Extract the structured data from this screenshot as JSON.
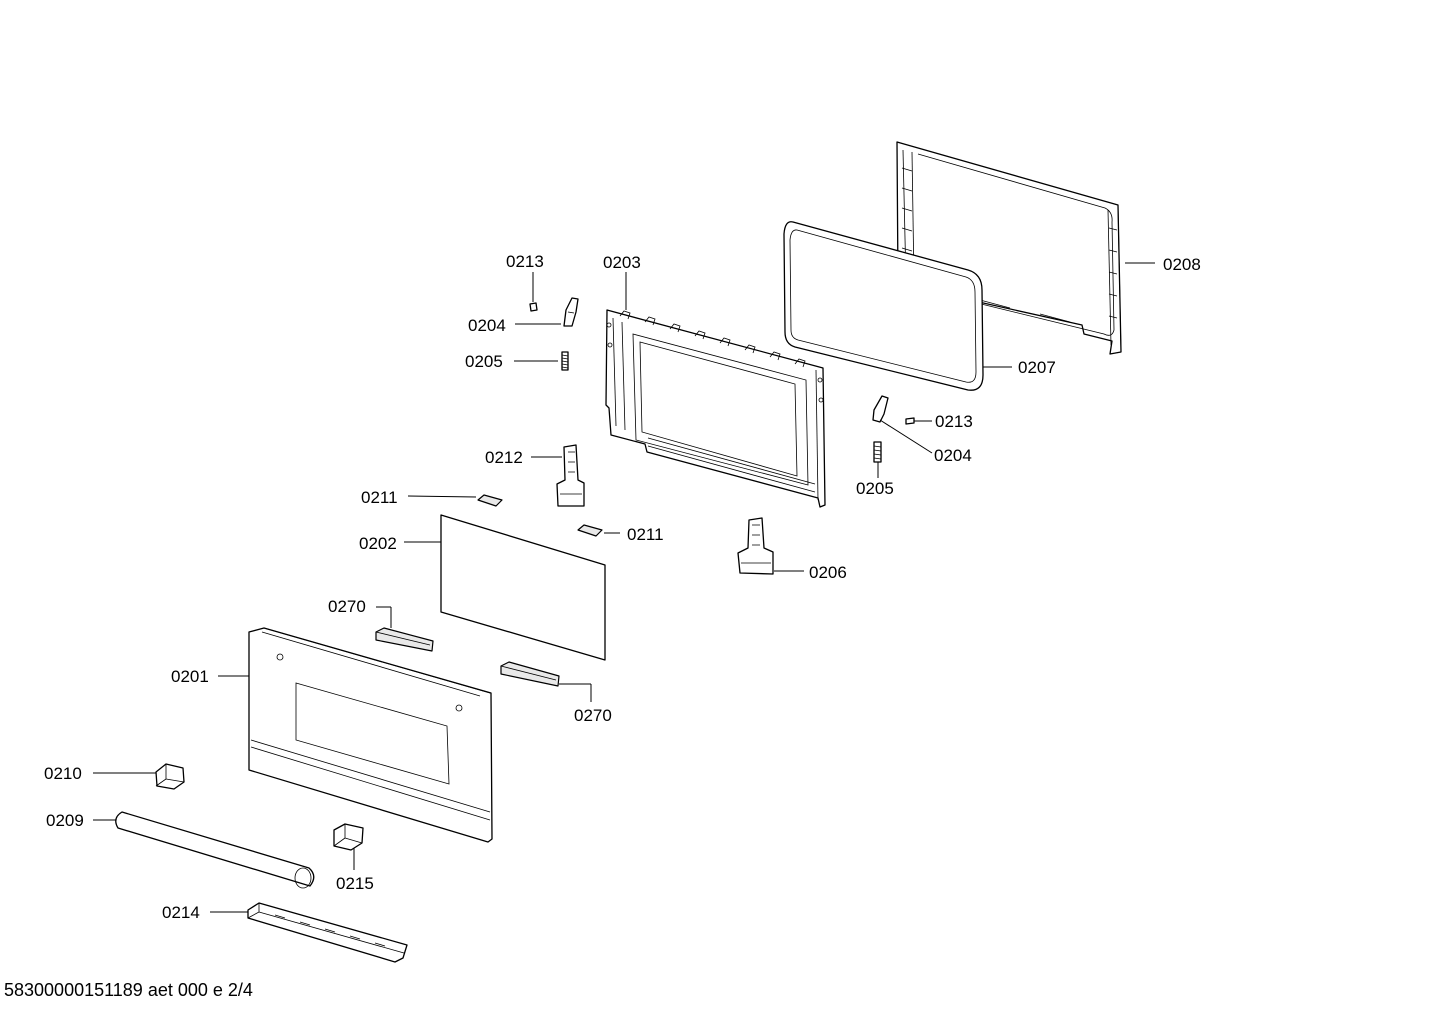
{
  "callouts": {
    "c0213_a": "0213",
    "c0203": "0203",
    "c0208": "0208",
    "c0204_a": "0204",
    "c0205_a": "0205",
    "c0207": "0207",
    "c0213_b": "0213",
    "c0204_b": "0204",
    "c0205_b": "0205",
    "c0212": "0212",
    "c0211_a": "0211",
    "c0211_b": "0211",
    "c0202": "0202",
    "c0206": "0206",
    "c0270_a": "0270",
    "c0270_b": "0270",
    "c0201": "0201",
    "c0210": "0210",
    "c0209": "0209",
    "c0215": "0215",
    "c0214": "0214"
  },
  "footer": {
    "document_code": "58300000151189 aet 000 e 2/4"
  }
}
